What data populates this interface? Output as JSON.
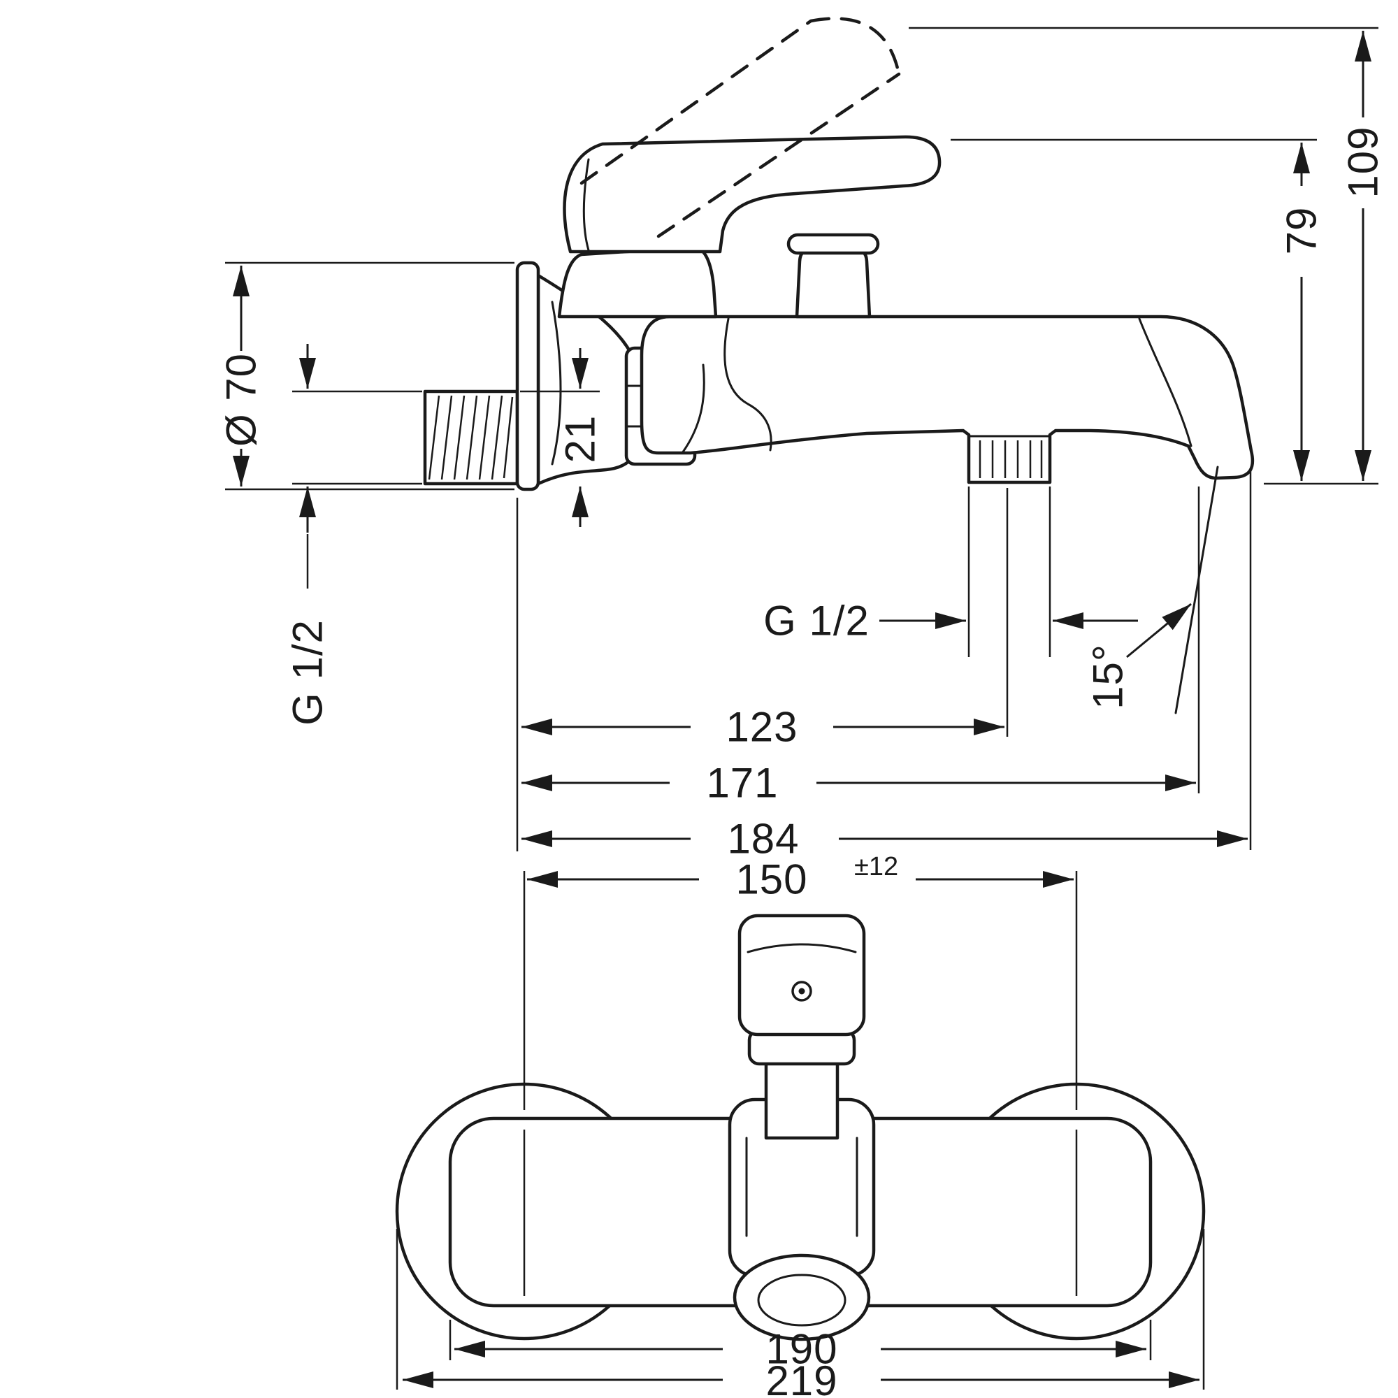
{
  "drawing": {
    "background": "#ffffff",
    "line_color": "#1a1a1a"
  },
  "side_view": {
    "dim_escutcheon_diameter": "Ø 70",
    "dim_wall_thread": "G 1/2",
    "dim_outlet_drop": "21",
    "dim_shower_outlet_thread": "G 1/2",
    "dim_height_handle": "79",
    "dim_height_total": "109",
    "dim_projection_shower_outlet": "123",
    "dim_projection_spout": "171",
    "dim_projection_total": "184",
    "dim_spray_angle": "15°"
  },
  "front_view": {
    "dim_connection_centers": "150",
    "dim_connection_tolerance": "±12",
    "dim_body_width": "190",
    "dim_overall_width": "219"
  }
}
